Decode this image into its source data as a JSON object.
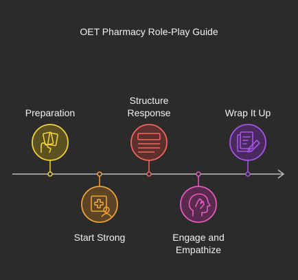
{
  "title": "OET Pharmacy Role-Play Guide",
  "colors": {
    "background": "#2b2b2b",
    "axis": "#bdbdbd",
    "steps": [
      "#f2d33a",
      "#f0a33c",
      "#f0685f",
      "#e45cc0",
      "#a955e6"
    ]
  },
  "steps": [
    {
      "label": "Preparation",
      "icon": "hand-cards-icon"
    },
    {
      "label": "Start Strong",
      "icon": "medical-id-icon"
    },
    {
      "label": "Structure\nResponse",
      "icon": "document-icon"
    },
    {
      "label": "Engage and\nEmpathize",
      "icon": "head-hand-icon"
    },
    {
      "label": "Wrap It Up",
      "icon": "note-pen-icon"
    }
  ]
}
